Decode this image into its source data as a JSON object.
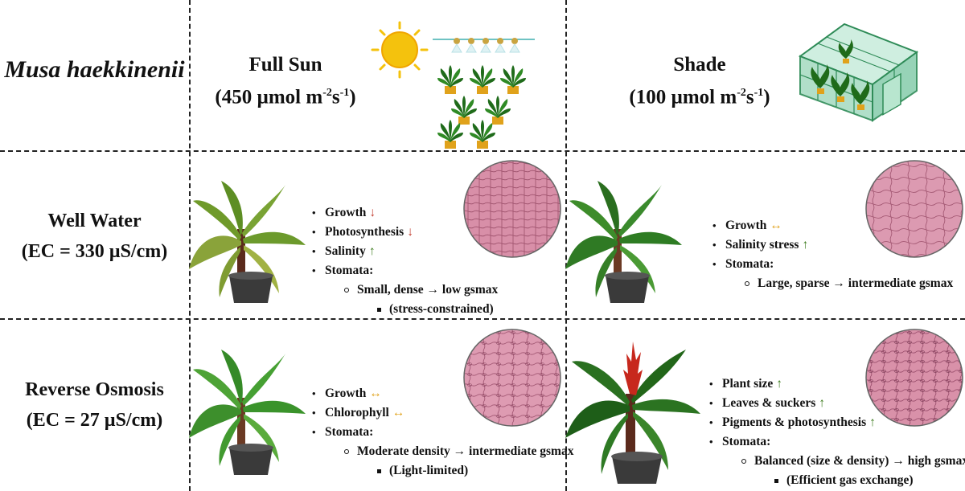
{
  "species": "Musa haekkinenii",
  "columns": [
    {
      "title": "Full Sun",
      "pfd": "(450 µmol m",
      "exp1": "-2",
      "mid": "s",
      "exp2": "-1",
      "close": ")"
    },
    {
      "title": "Shade",
      "pfd": "(100 µmol m",
      "exp1": "-2",
      "mid": "s",
      "exp2": "-1",
      "close": ")"
    }
  ],
  "rows": [
    {
      "title": "Well Water",
      "ec": "(EC = 330 µS/cm)"
    },
    {
      "title": "Reverse Osmosis",
      "ec": "(EC = 27 µS/cm)"
    }
  ],
  "cells": {
    "ww_sun": {
      "growth": "Growth",
      "growth_arrow": "↓",
      "photo": "Photosynthesis",
      "photo_arrow": "↓",
      "salinity": "Salinity",
      "salinity_arrow": "↑",
      "stomata": "Stomata:",
      "detail": "Small, dense → low gsmax",
      "note": "(stress-constrained)"
    },
    "ww_shade": {
      "growth": "Growth",
      "growth_arrow": "↔",
      "salinity": "Salinity stress",
      "salinity_arrow": "↑",
      "stomata": "Stomata:",
      "detail": "Large, sparse → intermediate gsmax"
    },
    "ro_sun": {
      "growth": "Growth",
      "growth_arrow": "↔",
      "chl": "Chlorophyll",
      "chl_arrow": "↔",
      "stomata": "Stomata:",
      "detail": "Moderate density → intermediate gsmax",
      "note": "(Light-limited)"
    },
    "ro_shade": {
      "size": "Plant size",
      "size_arrow": "↑",
      "leaves": "Leaves & suckers",
      "leaves_arrow": "↑",
      "pigments": "Pigments & photosynthesis",
      "pigments_arrow": "↑",
      "stomata": "Stomata:",
      "detail": "Balanced (size & density) → high gsmax",
      "note": "(Efficient gas exchange)"
    }
  },
  "colors": {
    "up": "#3f7d20",
    "down": "#c0392b",
    "neutral": "#e0a21b",
    "leaf": "#1f6b1a",
    "pot": "#3a3a3a",
    "sun": "#f4c20d",
    "micro": "#d98fa8"
  }
}
